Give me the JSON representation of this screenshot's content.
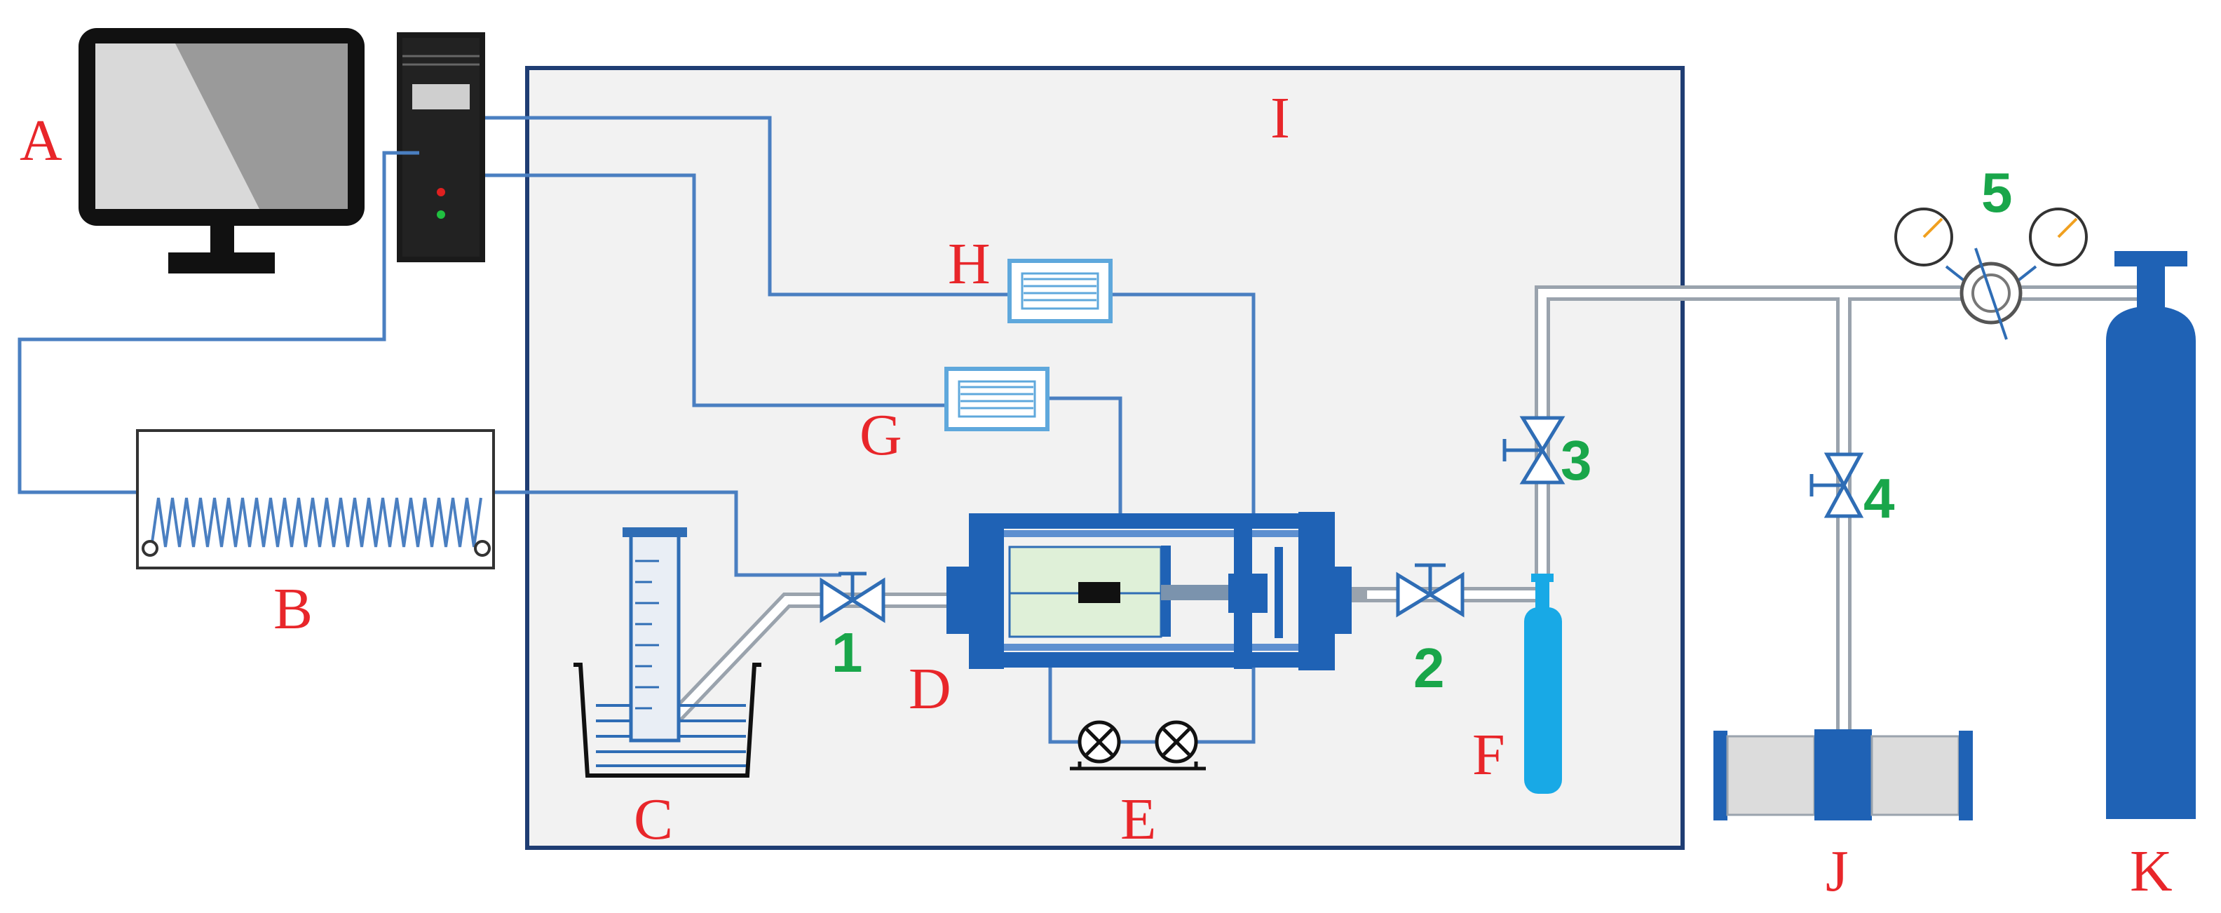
{
  "labels": {
    "A": "A",
    "B": "B",
    "C": "C",
    "D": "D",
    "E": "E",
    "F": "F",
    "G": "G",
    "H": "H",
    "I": "I",
    "J": "J",
    "K": "K"
  },
  "valves": {
    "v1": "1",
    "v2": "2",
    "v3": "3",
    "v4": "4",
    "v5": "5"
  },
  "colors": {
    "label_red": "#e8262a",
    "valve_number_green": "#19a64a",
    "equipment_blue": "#1f62b5",
    "wire_blue": "#4a7fc1",
    "enclosure_fill": "#f2f2f2",
    "cylinder_f": "#18a9e6"
  }
}
